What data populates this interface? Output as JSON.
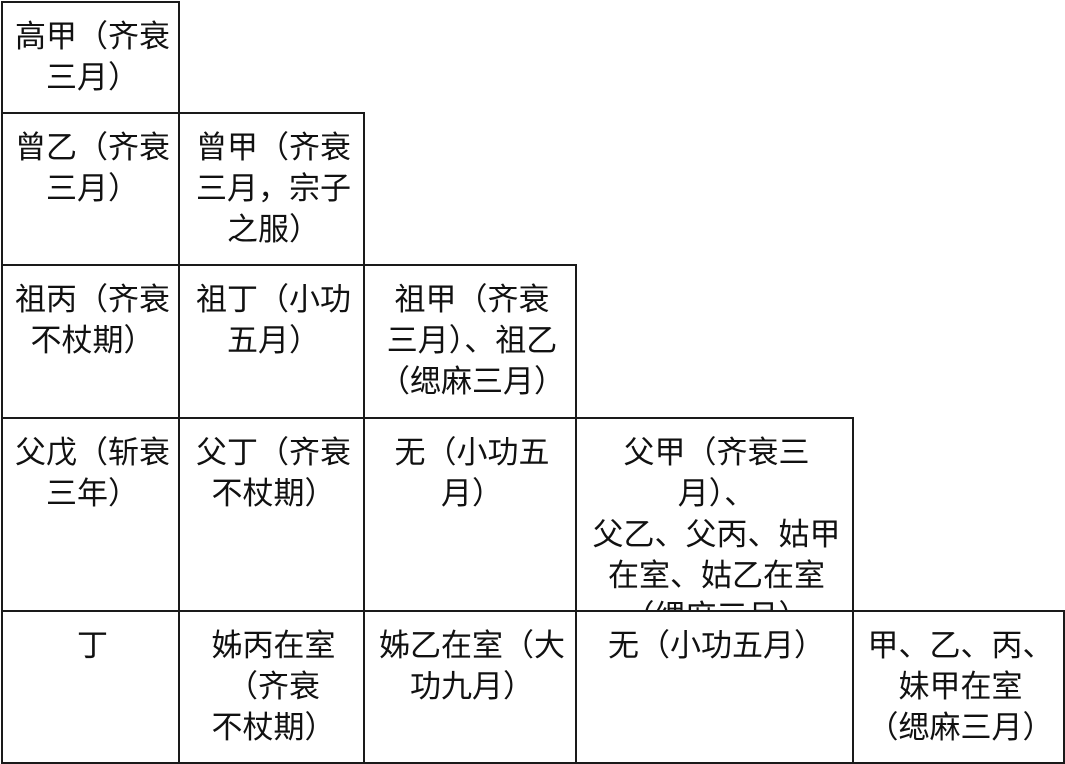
{
  "table": {
    "rows": [
      [
        "高甲（齐衰\n三月）"
      ],
      [
        "曾乙（齐衰\n三月）",
        "曾甲（齐衰\n三月，宗子\n之服）"
      ],
      [
        "祖丙（齐衰\n不杖期）",
        "祖丁（小功\n五月）",
        "祖甲（齐衰\n三月）、祖乙\n（缌麻三月）"
      ],
      [
        "父戊（斩衰\n三年）",
        "父丁（齐衰\n不杖期）",
        "无（小功五月）",
        "父甲（齐衰三月）、\n父乙、父丙、姑甲\n在室、姑乙在室\n（缌麻三月）"
      ],
      [
        "丁",
        "姊丙在室\n（齐衰\n不杖期）",
        "姊乙在室（大\n功九月）",
        "无（小功五月）",
        "甲、乙、丙、\n妹甲在室\n（缌麻三月）"
      ]
    ]
  }
}
